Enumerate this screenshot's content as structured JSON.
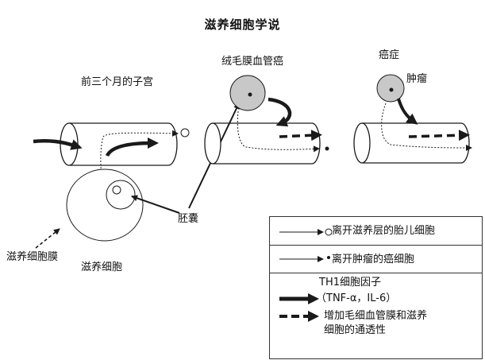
{
  "title": "滋养细胞学说",
  "stages": {
    "uterus": "前三个月的子宫",
    "villous_vessel": "绒毛膜血管癌",
    "cancer": "癌症",
    "tumor": "肿瘤"
  },
  "labels": {
    "yolk_sac": "胚囊",
    "trophoblast_membrane": "滋养细胞膜",
    "trophoblast": "滋养细胞"
  },
  "legend": {
    "row1": "离开滋养层的胎儿细胞",
    "row2": "离开肿瘤的癌细胞",
    "row3_line1": "TH1细胞因子",
    "row3_line2": "（TNF-α，IL-6）",
    "row3_line3": "增加毛细血管膜和滋养",
    "row3_line4": "细胞的通透性"
  },
  "colors": {
    "line": "#1a1a1a",
    "cell_fill": "#c8c8c8"
  }
}
